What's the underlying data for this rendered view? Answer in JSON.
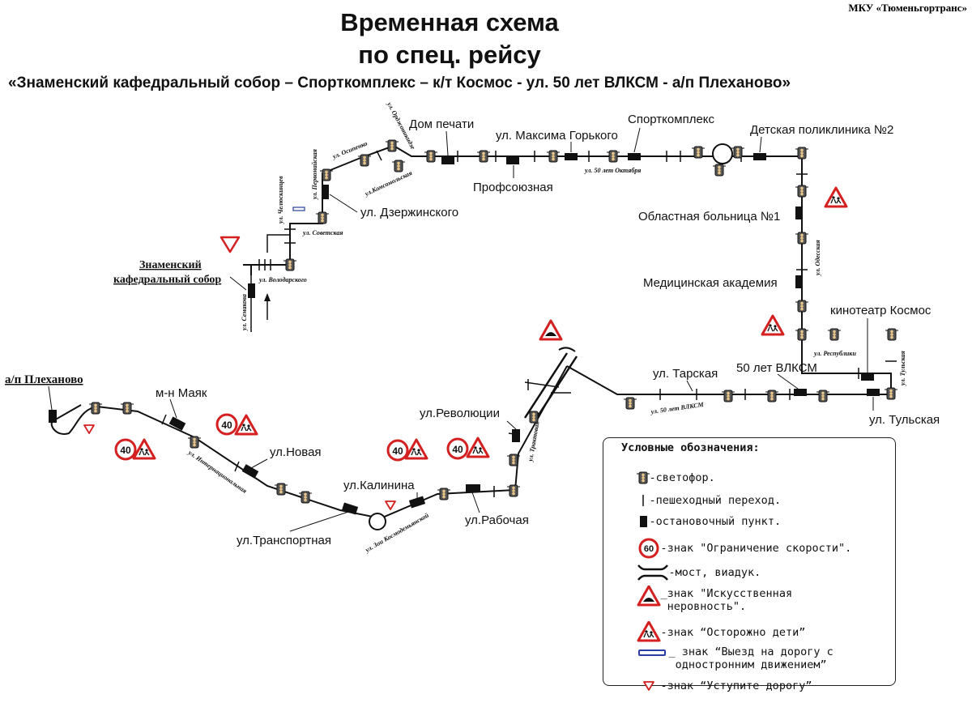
{
  "header": {
    "organization": "МКУ «Тюменьгортранс»",
    "title_line1": "Временная схема",
    "title_line2": "по спец. рейсу",
    "route": "«Знаменский кафедральный собор – Спорткомплекс – к/т Космос - ул. 50 лет ВЛКСМ - а/п Плеханово»"
  },
  "stops": {
    "znamensky": "Знаменский кафедральный собор",
    "dom_pechati": "Дом печати",
    "profsoyuznaya": "Профсоюзная",
    "gorkogo": "ул. Максима Горького",
    "sportkompleks": "Спорткомплекс",
    "det_poliklinika": "Детская поликлиника №2",
    "dzerzhinskogo": "ул. Дзержинского",
    "obl_bolnitsa": "Областная больница №1",
    "med_akademia": "Медицинская академия",
    "kosmos": "кинотеатр Космос",
    "tarskaya": "ул. Тарская",
    "vlksm": "50 лет ВЛКСМ",
    "tulskaya": "ул. Тульская",
    "plekhanovo": "а/п Плеханово",
    "mayak": "м-н Маяк",
    "novaya": "ул.Новая",
    "transportnaya": "ул.Транспортная",
    "kalinina": "ул.Калинина",
    "revolyutsii": "ул.Революции",
    "rabochaya": "ул.Рабочая"
  },
  "streets": {
    "semakova": "ул. Семакова",
    "volodarskogo": "ул. Володарского",
    "chelyuskintsev": "ул. Челюскинцев",
    "sovetskaya": "ул. Советская",
    "pervomayskaya": "ул. Первомайская",
    "osipenko": "ул. Осипенко",
    "komsomolskaya": "ул.Комсомольская",
    "ordzhonikidze": "ул. Орджоникидзе",
    "oktyabrya": "ул. 50 лет Октября",
    "odesskaya": "ул. Одесская",
    "respubliki": "ул. Республики",
    "tulskaya_st": "ул. Тульская",
    "vlksm_st": "ул. 50 лет ВЛКСМ",
    "traktovaya": "ул. Трактовая",
    "kosmodemyanskoy": "ул. Зои Космодемьянской",
    "internatsionalnaya": "ул. Интернациональная"
  },
  "speed_limit": "40",
  "legend": {
    "title": "Условные обозначения:",
    "items": {
      "traffic_light": "-светофор.",
      "crossing": "-пешеходный переход.",
      "bus_stop": "-остановочный пункт.",
      "speed_sign_value": "60",
      "speed_limit": "-знак \"Ограничение скорости\".",
      "bridge": "-мост, виадук.",
      "bump": "_знак \"Искусственная\n неровность\".",
      "children": "-знак “Осторожно дети”",
      "one_way": "_ знак “Выезд на дорогу с\n одностронним движением”",
      "yield": "-знак “Уступите дорогу”"
    }
  },
  "colors": {
    "route_line": "#111111",
    "sign_red": "#d42020",
    "sign_blue": "#2a3fa0",
    "traffic_light_body": "#555555",
    "traffic_light_lamp": "#e8c48a"
  }
}
